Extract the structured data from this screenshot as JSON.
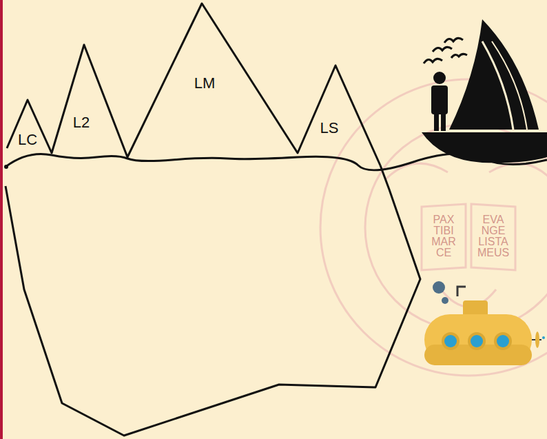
{
  "diagram": {
    "labels": [
      "LC",
      "L2",
      "LM",
      "LS",
      "PAX TIBI MAR CE",
      "EVA NGE LISTA MEUS"
    ]
  }
}
